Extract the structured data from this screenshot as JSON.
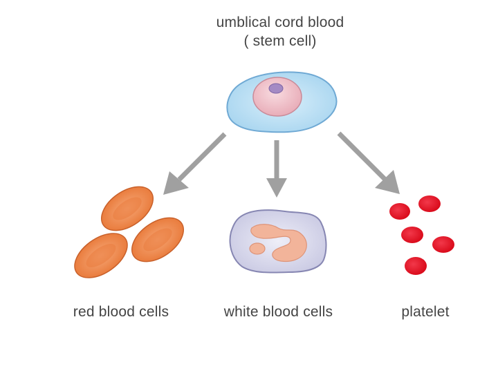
{
  "source": {
    "line1": "umblical cord blood",
    "line2": "( stem cell)"
  },
  "outputs": {
    "red": "red blood cells",
    "white": "white blood cells",
    "platelet": "platelet"
  },
  "colors": {
    "text": "#444444",
    "arrow": "#a0a0a0",
    "stem_body": "#bfe2f5",
    "stem_nucleus": "#f0c4cc",
    "stem_core": "#a48ac4",
    "red_cell": "#f08a4c",
    "white_body": "#dcdcf0",
    "white_nucleus": "#f2b49a",
    "platelet": "#e0101e"
  }
}
